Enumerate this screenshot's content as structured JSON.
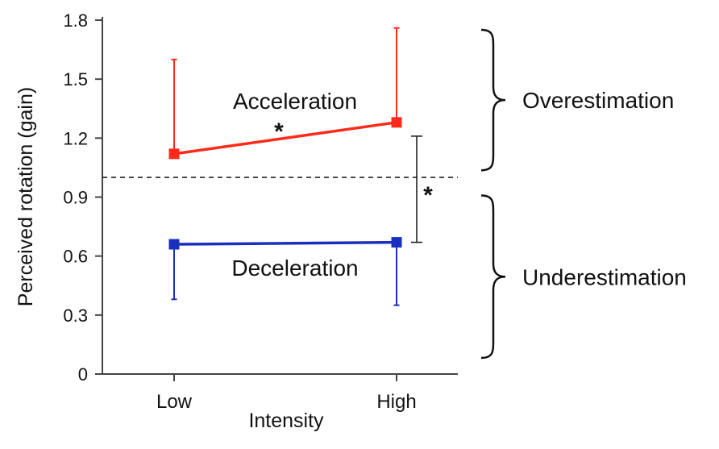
{
  "chart_data": {
    "type": "line",
    "xlabel": "Intensity",
    "ylabel": "Perceived rotation (gain)",
    "categories": [
      "Low",
      "High"
    ],
    "ylim": [
      0,
      1.8
    ],
    "yticks": [
      "0",
      "0.3",
      "0.6",
      "0.9",
      "1.2",
      "1.5",
      "1.8"
    ],
    "reference_line": {
      "value": 1.0,
      "style": "dashed"
    },
    "series": [
      {
        "name": "Acceleration",
        "color": "#ff2a1a",
        "values": [
          1.12,
          1.28
        ],
        "error_upper": [
          1.6,
          1.76
        ],
        "error_direction": "up"
      },
      {
        "name": "Deceleration",
        "color": "#1a2fbf",
        "values": [
          0.66,
          0.67
        ],
        "error_lower": [
          0.38,
          0.35
        ],
        "error_direction": "down"
      }
    ],
    "significance": [
      {
        "label": "*",
        "between": "Acceleration Low vs High"
      },
      {
        "label": "*",
        "between": "Acceleration vs Deceleration",
        "range": [
          0.67,
          1.21
        ]
      }
    ],
    "annotations": [
      {
        "text": "Overestimation",
        "range": [
          1.02,
          1.8
        ]
      },
      {
        "text": "Underestimation",
        "range": [
          0,
          0.9
        ]
      }
    ]
  }
}
